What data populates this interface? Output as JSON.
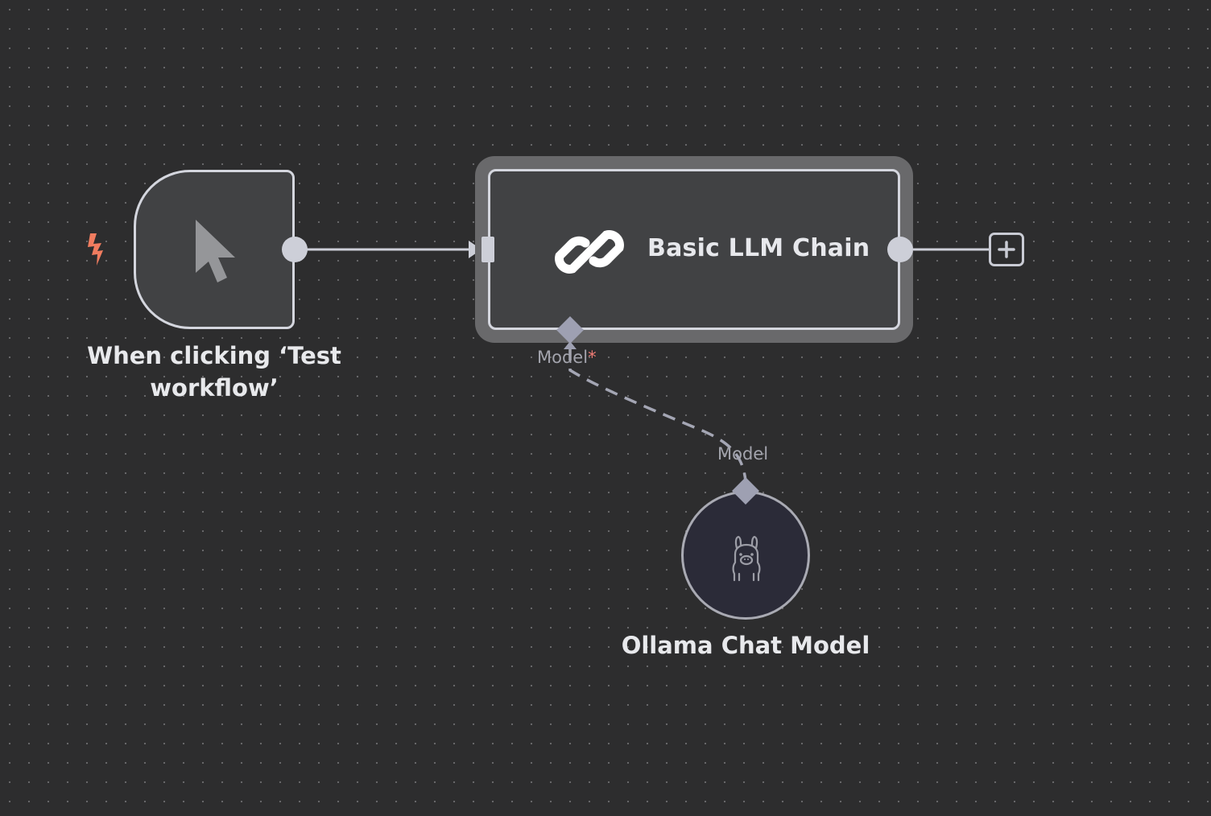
{
  "canvas": {
    "background": "#2d2d2e",
    "dot_color": "#6a6a6c"
  },
  "nodes": {
    "trigger": {
      "label": "When clicking ‘Test workflow’",
      "icon": "cursor-icon",
      "badge_icon": "lightning-bolt-icon",
      "badge_color": "#f07c5f"
    },
    "chain": {
      "title": "Basic LLM Chain",
      "icon": "link-chain-icon",
      "port_label": "Model",
      "required_marker": "*"
    },
    "ollama": {
      "label": "Ollama Chat Model",
      "icon": "llama-icon",
      "port_label": "Model"
    }
  },
  "connections": [
    {
      "from": "trigger",
      "to": "chain",
      "type": "main"
    },
    {
      "from": "ollama",
      "to": "chain",
      "type": "ai_languageModel",
      "style": "dashed"
    }
  ],
  "add_node": {
    "icon": "plus-icon"
  },
  "colors": {
    "node_fill": "#414244",
    "node_border": "#d4d6de",
    "selection_halo": "#69696b",
    "ai_node_fill": "#2b2b38",
    "port_diamond": "#9ea0b2",
    "required_marker": "#f07c75"
  }
}
